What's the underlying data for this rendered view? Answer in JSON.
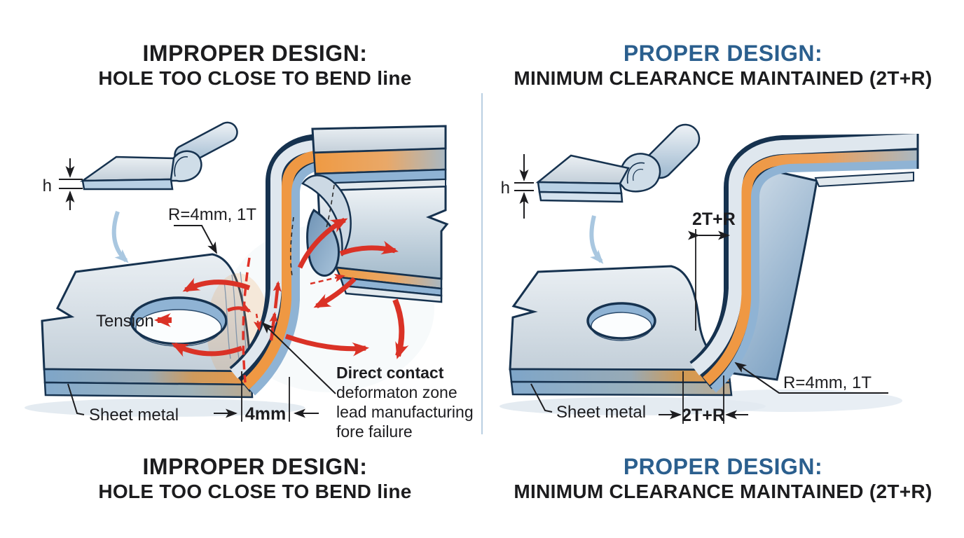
{
  "panels": {
    "improper": {
      "title_top_line1": "IMPROPER DESIGN:",
      "title_top_line2": "HOLE TOO CLOSE TO BEND line",
      "title_bottom_line1": "IMPROPER DESIGN:",
      "title_bottom_line2": "HOLE TOO CLOSE TO BEND line",
      "labels": {
        "thickness": "h",
        "bend_radius": "R=4mm, 1T",
        "tension": "Tension",
        "hole_distance": "4mm",
        "sheet": "Sheet metal",
        "note_line1": "Direct contact",
        "note_line2": "deformaton zone",
        "note_line3": "lead manufacturing",
        "note_line4": "fore failure"
      }
    },
    "proper": {
      "title_top_line1": "PROPER DESIGN:",
      "title_top_line2": "MINIMUM CLEARANCE MAINTAINED (2T+R)",
      "title_bottom_line1": "PROPER DESIGN:",
      "title_bottom_line2": "MINIMUM CLEARANCE MAINTAINED (2T+R)",
      "labels": {
        "thickness": "h",
        "clearance_top": "2T+R",
        "clearance_bottom": "2T+R",
        "bend_radius": "R=4mm, 1T",
        "sheet": "Sheet metal"
      }
    }
  },
  "colors": {
    "title_improper": "#1c1c1e",
    "title_proper": "#2b5f8e",
    "outline_navy": "#16324f",
    "metal_light": "#e9eef2",
    "metal_mid": "#c3cfd9",
    "steel_blue": "#8fb3d4",
    "orange_stress": "#ef9843",
    "red_arrow": "#da3226",
    "guide_arrow_blue": "#a9c7e0",
    "divider": "#b9cfe2"
  }
}
